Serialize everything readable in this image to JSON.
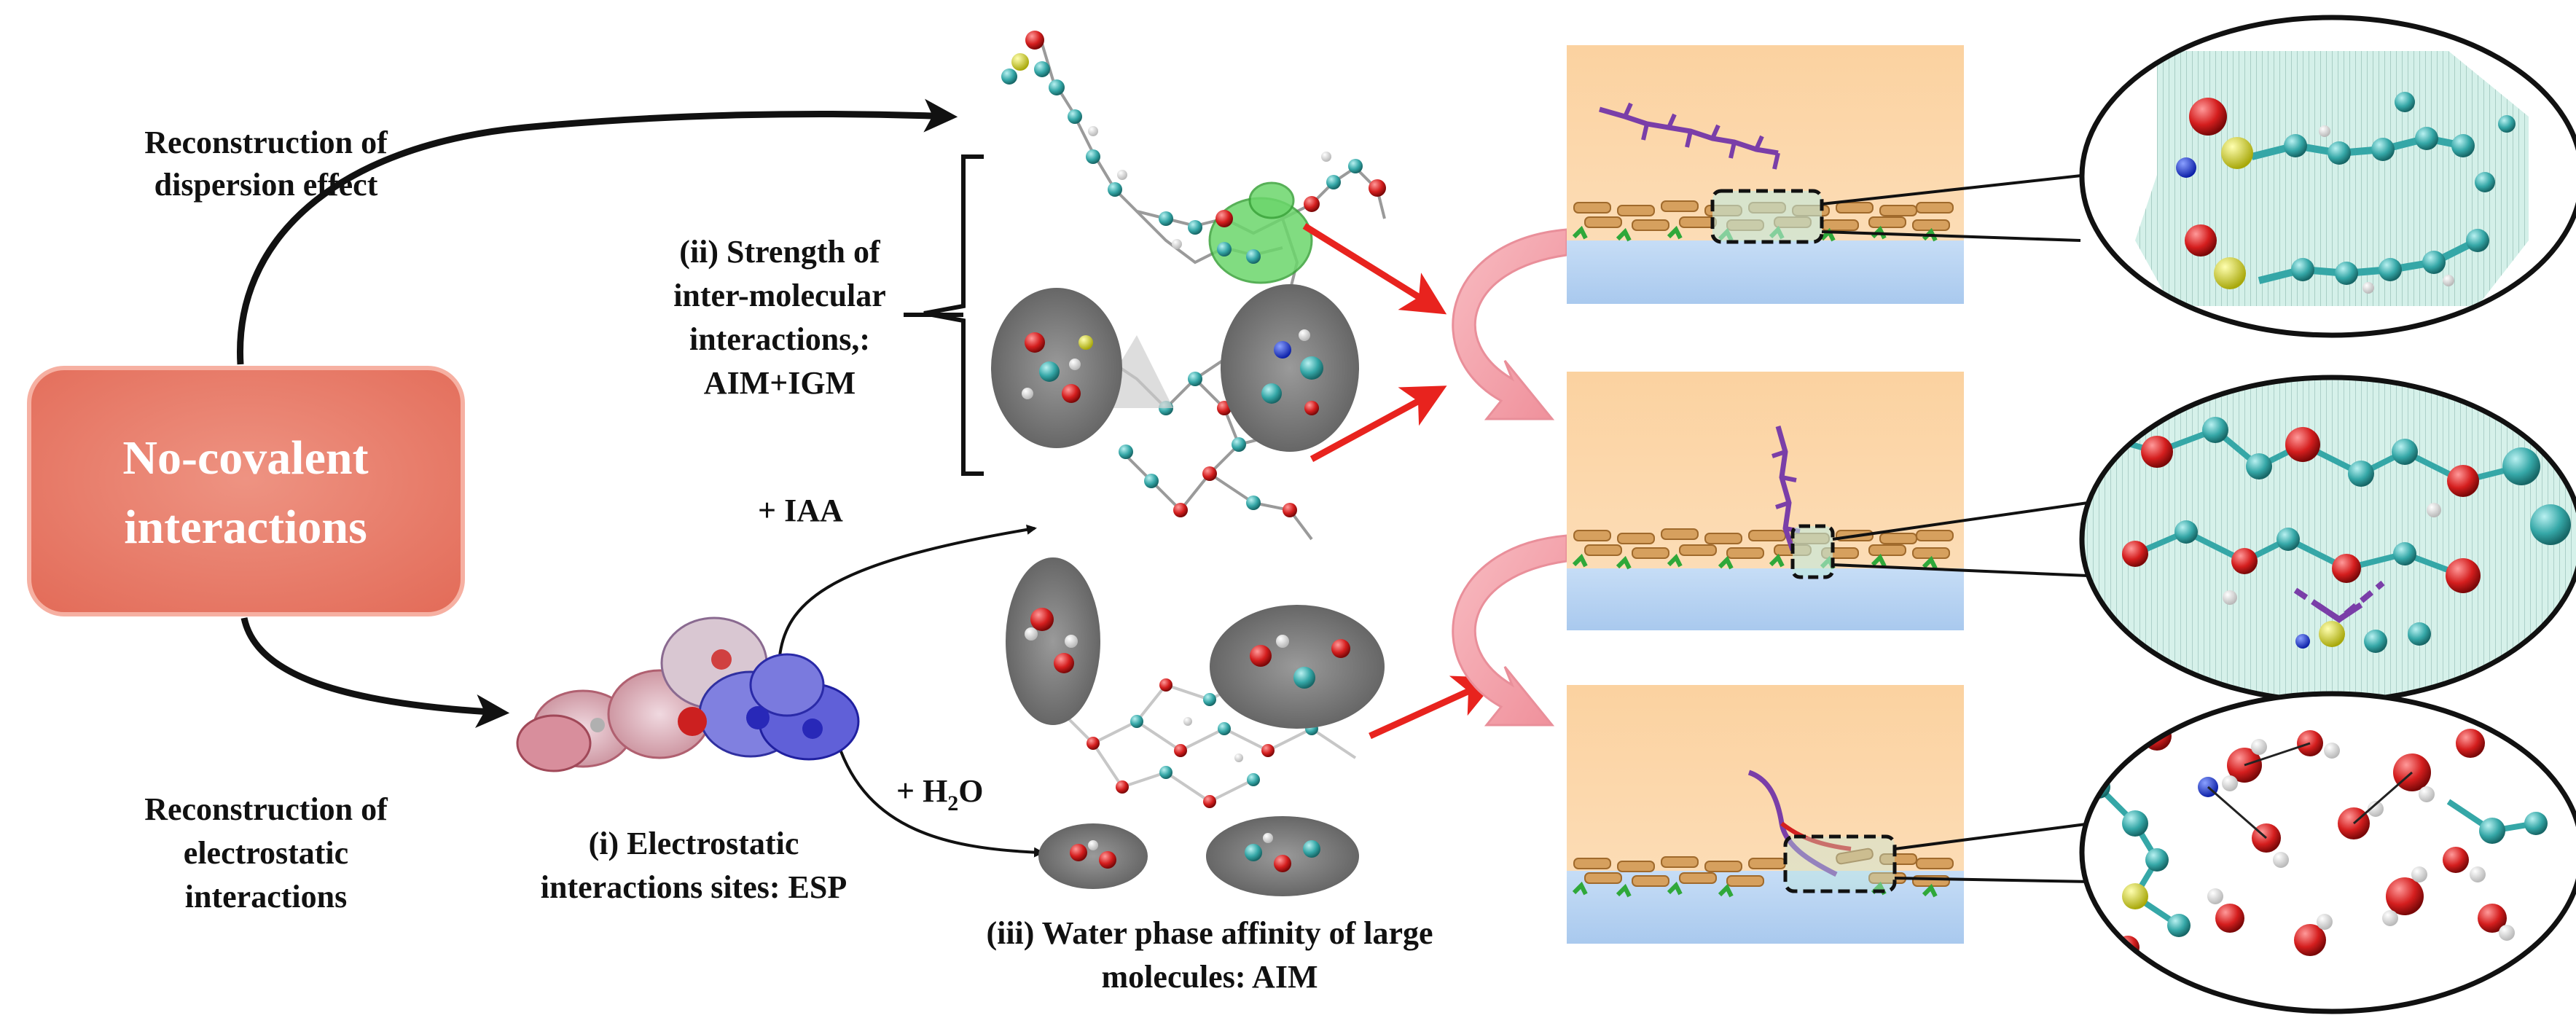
{
  "central_box": {
    "line1": "No-covalent",
    "line2": "interactions"
  },
  "branches": {
    "top": {
      "line1": "Reconstruction of",
      "line2": "dispersion effect"
    },
    "bottom": {
      "line1": "Reconstruction of",
      "line2": "electrostatic",
      "line3": "interactions"
    }
  },
  "methods": {
    "esp": {
      "line1": "(i) Electrostatic",
      "line2": "interactions sites: ESP"
    },
    "strength": {
      "line1": "(ii) Strength of",
      "line2": "inter-molecular",
      "line3": "interactions,:",
      "line4": "AIM+IGM"
    },
    "water": {
      "line1": "(iii) Water phase affinity of large",
      "line2": "molecules: AIM"
    }
  },
  "additives": {
    "iaa": "+ IAA",
    "h2o_prefix": "+ H",
    "h2o_sub": "2",
    "h2o_suffix": "O"
  },
  "colors": {
    "box_fill": "#ea7d6b",
    "box_edge": "#f5a898",
    "arrow_red": "#e8231e",
    "oil_phase": "#fbd6a5",
    "water_phase": "#b7d3f3",
    "curve_arrow": "#f4a3aa",
    "molecule_purple": "#7a3ea8",
    "atom_cyan": "#35a7a7",
    "atom_red": "#d41e1e",
    "atom_yellow": "#e6e61e",
    "halo_green": "#bfe9dd"
  }
}
